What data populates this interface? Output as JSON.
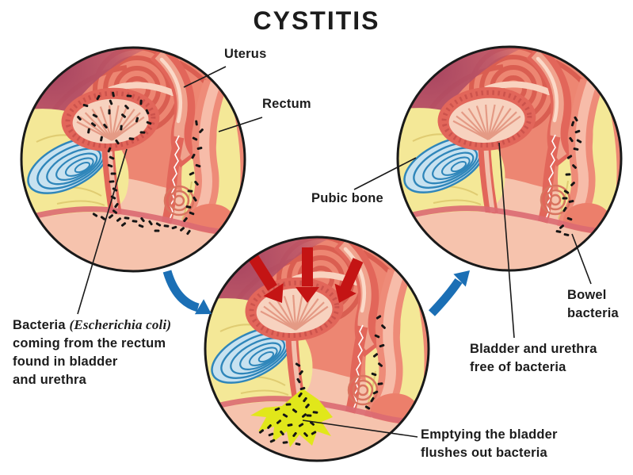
{
  "title": "CYSTITIS",
  "labels": {
    "uterus": "Uterus",
    "rectum": "Rectum",
    "pubic_bone": "Pubic bone",
    "bacteria_source": {
      "line1_normal": "Bacteria ",
      "line1_italic": "(Escherichia coli)",
      "line2": "coming from the rectum",
      "line3": "found in bladder",
      "line4": "and urethra"
    },
    "bowel_bacteria": {
      "line1": "Bowel",
      "line2": "bacteria"
    },
    "bladder_free": {
      "line1": "Bladder and urethra",
      "line2": "free of bacteria"
    },
    "emptying": {
      "line1": "Emptying the bladder",
      "line2": "flushes out bacteria"
    }
  },
  "colors": {
    "outline": "#1a1a1a",
    "skin": "#f6c3ad",
    "intestine": "#ed8672",
    "intestine_stripe": "#d75a4e",
    "maroon": "#a84560",
    "fat_yellow": "#f4e897",
    "fat_line": "#dcc76c",
    "bone_fill": "#c8e2f0",
    "bone_ring": "#2f86ba",
    "organ_wall": "#e2665a",
    "organ_inner": "#f7d2bf",
    "perineum_band": "#dc6a72",
    "bacteria": "#151515",
    "urine_splash": "#e1e71a",
    "flow_arrow_blue": "#1b6fb5",
    "pressure_arrow_red": "#c41414"
  }
}
